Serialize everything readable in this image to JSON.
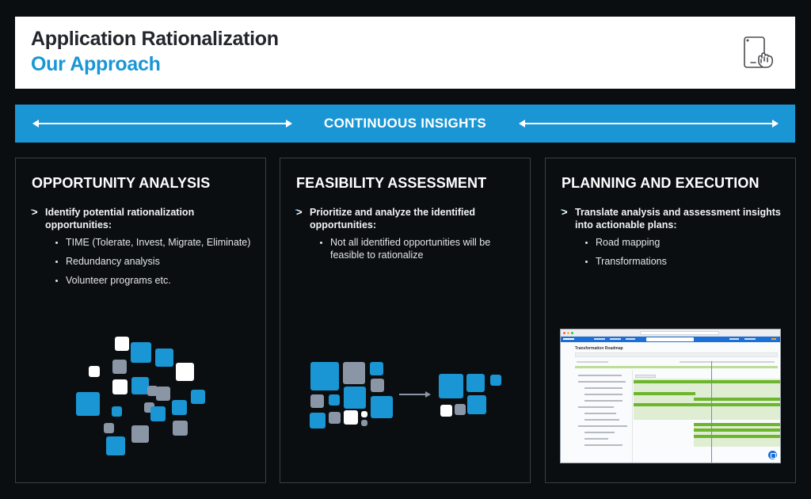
{
  "header": {
    "title": "Application Rationalization",
    "subtitle": "Our Approach",
    "icon": "tablet-touch-icon"
  },
  "insights_bar": {
    "label": "CONTINUOUS INSIGHTS",
    "left_icon": "double-arrow-icon",
    "right_icon": "double-arrow-icon"
  },
  "colors": {
    "background": "#0b0e11",
    "accent_blue": "#1a96d4",
    "title_dark": "#23262b",
    "square_gray": "#8a96a6",
    "gantt_green": "#6cb52d"
  },
  "cards": [
    {
      "title": "OPPORTUNITY ANALYSIS",
      "lead": "Identify potential rationalization opportunities:",
      "bullets": [
        "TIME (Tolerate, Invest, Migrate, Eliminate)",
        "Redundancy analysis",
        "Volunteer programs etc."
      ],
      "graphic": "scattered-squares"
    },
    {
      "title": "FEASIBILITY ASSESSMENT",
      "lead": "Prioritize and analyze the identified opportunities:",
      "bullets": [
        "Not all identified opportunities will be feasible to rationalize"
      ],
      "graphic": "squares-reduced-arrow"
    },
    {
      "title": "PLANNING AND EXECUTION",
      "lead": "Translate analysis and assessment insights into actionable plans:",
      "bullets": [
        "Road mapping",
        "Transformations"
      ],
      "graphic": "roadmap-screenshot"
    }
  ],
  "roadmap_screenshot": {
    "page_title": "Transformation Roadmap"
  }
}
